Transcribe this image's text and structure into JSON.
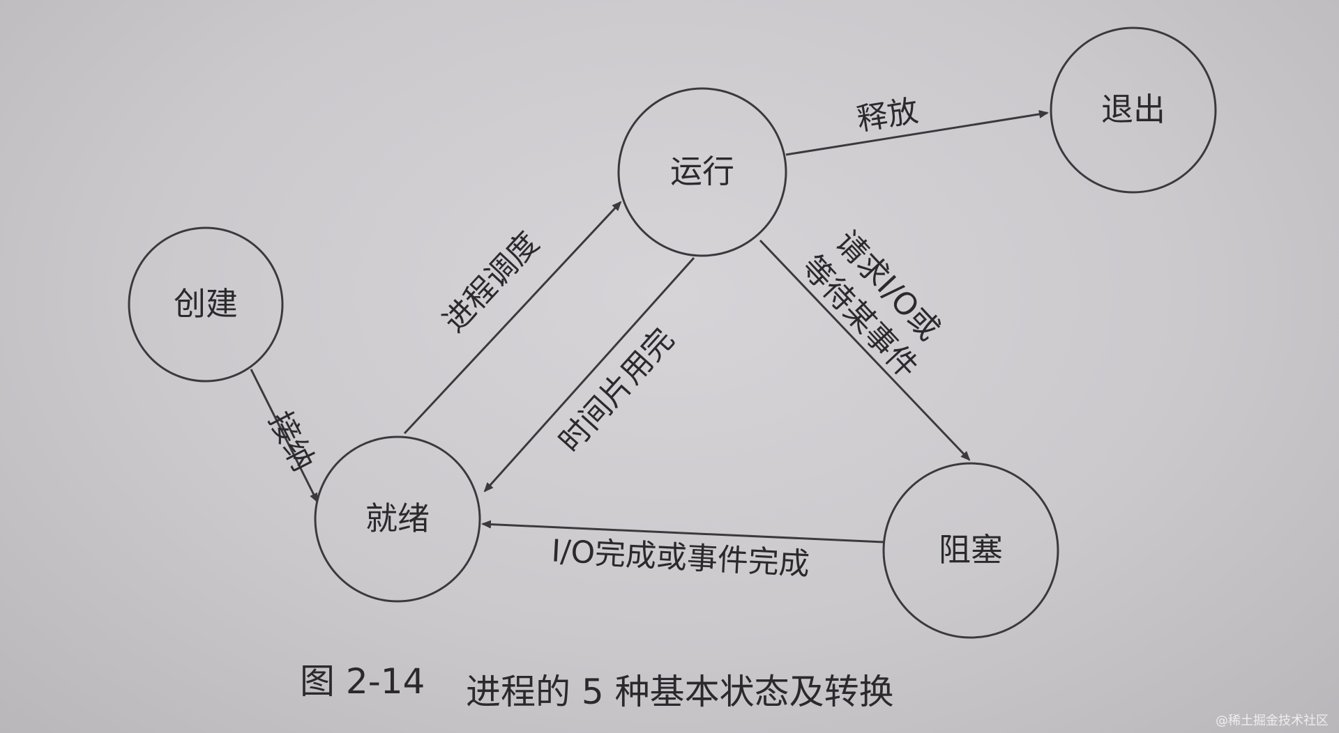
{
  "nodes": {
    "create": {
      "label": "创建"
    },
    "ready": {
      "label": "就绪"
    },
    "running": {
      "label": "运行"
    },
    "exit": {
      "label": "退出"
    },
    "blocked": {
      "label": "阻塞"
    }
  },
  "edges": {
    "admit": {
      "label": "接纳"
    },
    "dispatch": {
      "label": "进程调度"
    },
    "timeout": {
      "label": "时间片用完"
    },
    "release": {
      "label": "释放"
    },
    "io_request": {
      "line1": "请求I/O或",
      "line2": "等待某事件"
    },
    "io_complete": {
      "label": "I/O完成或事件完成"
    }
  },
  "caption": {
    "number": "图 2-14",
    "title": "进程的 5 种基本状态及转换"
  },
  "watermark": "@稀土掘金技术社区",
  "colors": {
    "ink": "#2a2a2e",
    "paper": "#d6d4d7"
  }
}
